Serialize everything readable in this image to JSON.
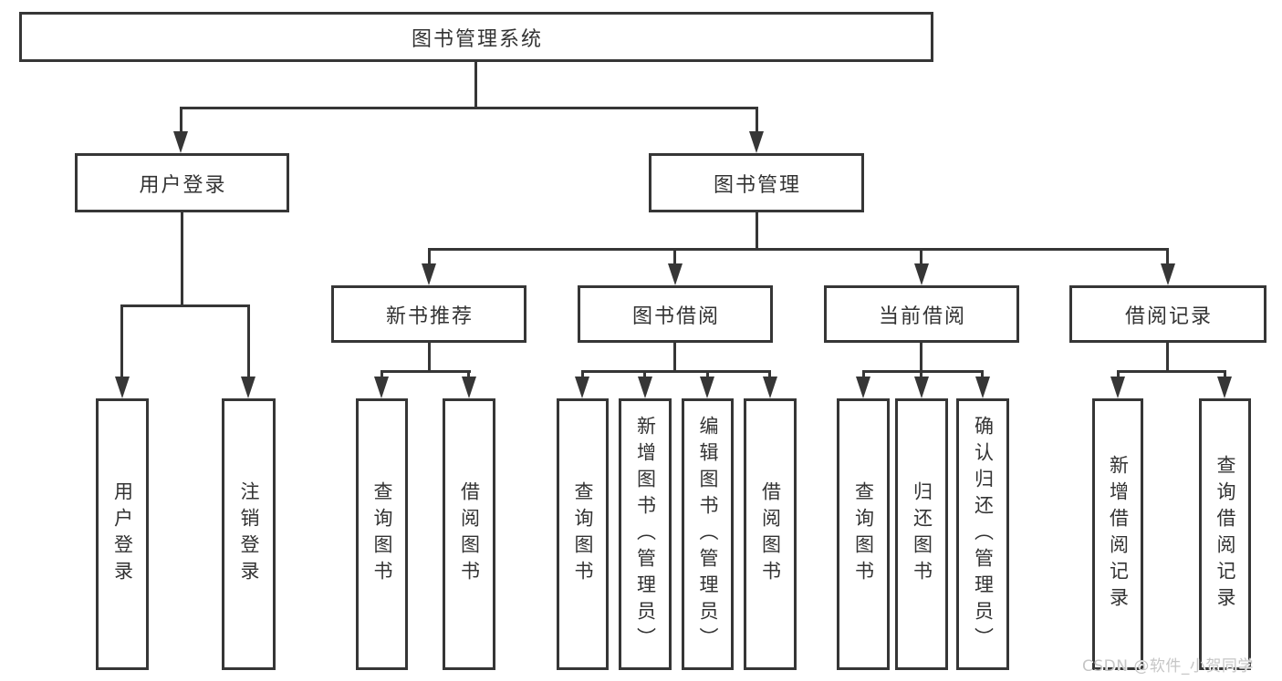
{
  "diagram": {
    "title": "图书管理系统",
    "root": {
      "label": "图书管理系统"
    },
    "branches": {
      "user_login": {
        "label": "用户登录",
        "children": [
          {
            "label": "用户登录"
          },
          {
            "label": "注销登录"
          }
        ]
      },
      "book_management": {
        "label": "图书管理",
        "children": [
          {
            "label": "新书推荐",
            "children": [
              {
                "label": "查询图书"
              },
              {
                "label": "借阅图书"
              }
            ]
          },
          {
            "label": "图书借阅",
            "children": [
              {
                "label": "查询图书"
              },
              {
                "label": "新增图书（管理员）"
              },
              {
                "label": "编辑图书（管理员）"
              },
              {
                "label": "借阅图书"
              }
            ]
          },
          {
            "label": "当前借阅",
            "children": [
              {
                "label": "查询图书"
              },
              {
                "label": "归还图书"
              },
              {
                "label": "确认归还（管理员）"
              }
            ]
          },
          {
            "label": "借阅记录",
            "children": [
              {
                "label": "新增借阅记录"
              },
              {
                "label": "查询借阅记录"
              }
            ]
          }
        ]
      }
    }
  },
  "watermark": {
    "text": "CSDN @软件_小贺同学"
  },
  "colors": {
    "line": "#363636",
    "border": "#363636",
    "text": "#333333",
    "background": "#ffffff",
    "watermark_text": "#c6c6c6"
  }
}
